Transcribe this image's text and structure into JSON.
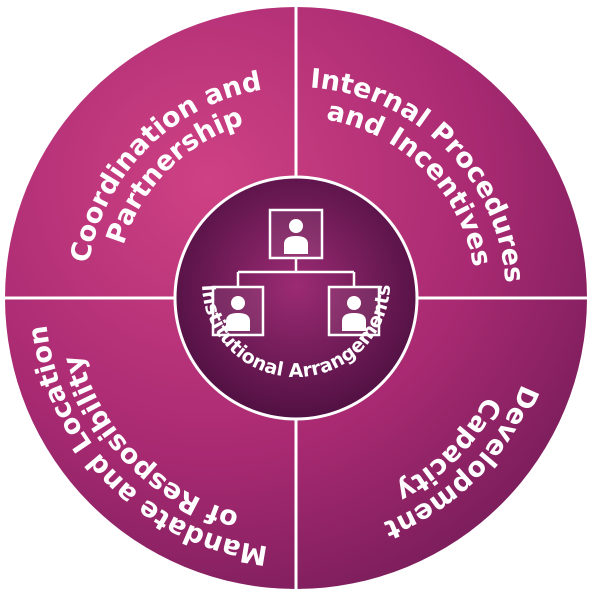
{
  "diagram": {
    "center_label": "Institutional Arrangements",
    "quadrants": {
      "top_left": {
        "line1": "Coordination and",
        "line2": "Partnership"
      },
      "top_right": {
        "line1": "Internal Procedures",
        "line2": "and Incentives"
      },
      "bottom_left": {
        "line1": "Mandate and Location",
        "line2": "of Resposibility"
      },
      "bottom_right": {
        "line1": "Capacity",
        "line2": "Development"
      }
    },
    "colors": {
      "outer_light": "#cf4184",
      "outer_dark": "#6e1a55",
      "center_light": "#9c2b74",
      "center_dark": "#4a0e3e",
      "divider": "#ffffff"
    },
    "icons": [
      "org-chart-icon",
      "person-icon"
    ]
  }
}
